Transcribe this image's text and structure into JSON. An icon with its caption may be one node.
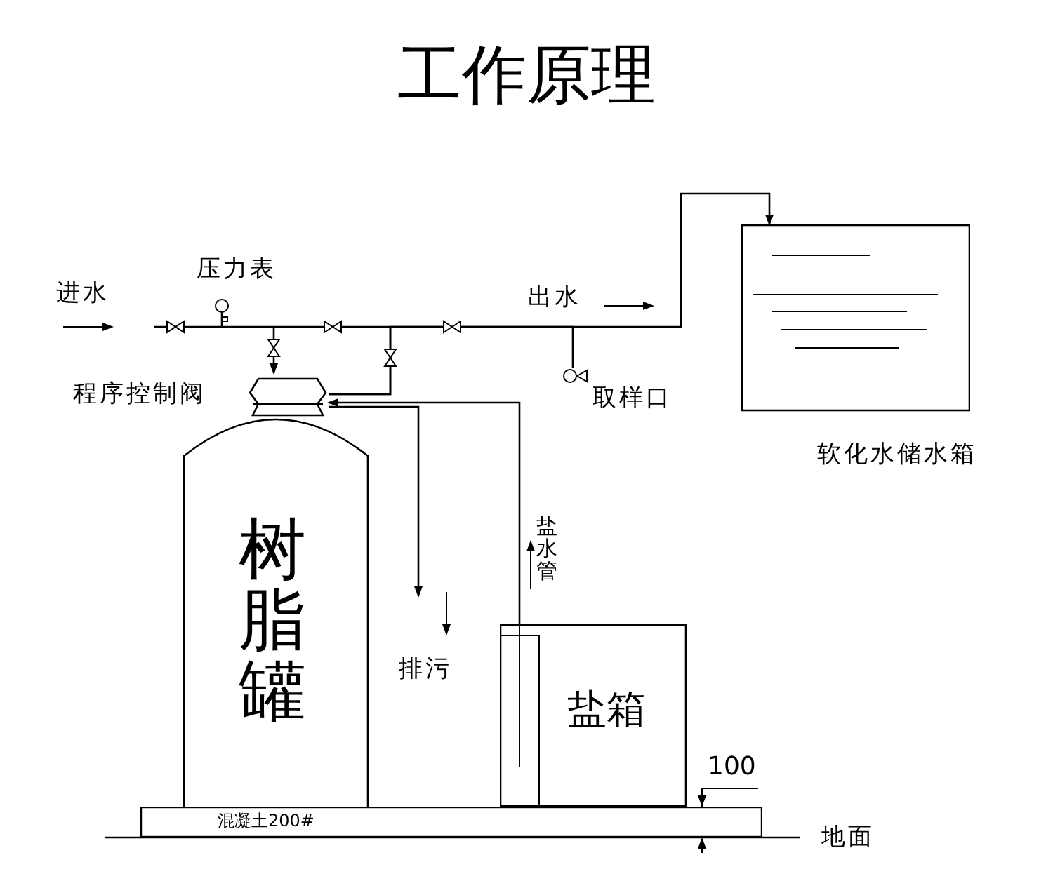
{
  "diagram": {
    "title": "工作原理",
    "nodes": [
      {
        "text": [
          "树脂罐"
        ]
      },
      {
        "text": [
          "程序控制阀"
        ]
      },
      {
        "text": [
          "软化水储水箱"
        ]
      },
      {
        "text": [
          "盐箱"
        ]
      },
      {
        "text": [
          "混凝土200#"
        ]
      },
      {
        "text": [
          "压力表"
        ]
      },
      {
        "text": [
          "取样口"
        ]
      }
    ],
    "edges": [
      {
        "from": null,
        "to": 1,
        "arrow": "to",
        "label": "进水"
      },
      {
        "from": 1,
        "to": 2,
        "arrow": "to",
        "label": "出水"
      },
      {
        "from": 1,
        "to": null,
        "arrow": "to",
        "label": "排污"
      },
      {
        "from": 3,
        "to": 1,
        "arrow": "to",
        "label": "盐水管"
      },
      {
        "from": 1,
        "to": 6,
        "arrow": "none"
      }
    ],
    "labels": [
      "100",
      "地面"
    ]
  }
}
